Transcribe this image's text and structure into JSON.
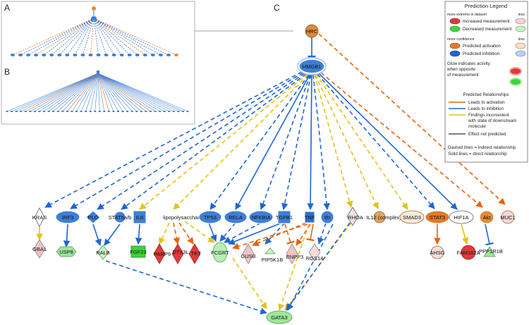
{
  "panels": {
    "a": "A",
    "b": "B",
    "c": "C"
  },
  "legend": {
    "title": "Prediction Legend",
    "more_extreme": "more extreme in dataset",
    "less": "less",
    "increased": "Increased measurement",
    "decreased": "Decreased measurement",
    "more_confidence": "more confidence",
    "less2": "less",
    "pred_activation": "Predicted activation",
    "pred_inhibition": "Predicted inhibition",
    "glow_1": "Glow indicates activity",
    "glow_2": "when opposite",
    "glow_3": "of measurement",
    "relationships_title": "Predicted Relationships",
    "rel_activation": "Leads to activation",
    "rel_inhibition": "Leads to inhibition",
    "rel_inconsistent_1": "Findings inconsistent",
    "rel_inconsistent_2": "with state of downstream",
    "rel_inconsistent_3": "molecule",
    "rel_not_predicted": "Effect not predicted",
    "dashed_note": "Dashed lines = indirect relationship",
    "solid_note": "Solid lines = direct relationship"
  },
  "colors": {
    "inhibition": "#1f66d1",
    "activation": "#e5640c",
    "inconsistent": "#e2c31b",
    "not_predicted": "#555555",
    "node_blue": "#3e7fd5",
    "node_orange": "#e08a3c",
    "node_pink": "#f2c4c4",
    "node_green": "#9de69a",
    "node_red": "#e03a3a"
  },
  "nodes": {
    "hrc": "HRC",
    "hmgb1": "HMGB1",
    "kras": "KRAS",
    "irf3": "IRF3",
    "plg": "PLG",
    "stat5ab": "STAT5a/b",
    "il6": "IL6",
    "lps": "lipopolysaccharide",
    "tp53": "TP53",
    "rela": "RELA",
    "nfkbia": "NFKBIA",
    "tgfb1": "TGFB1",
    "tnf": "TNF",
    "ifn": "Ifn",
    "rhoa": "RHOA",
    "il12": "IL12 (complex)",
    "smad3": "SMAD3",
    "stat3": "STAT3",
    "hif1a": "HIF1A",
    "akt": "Akt",
    "muc1": "MUC1",
    "gba1": "GBA1",
    "usp8": "USP8",
    "ralb": "RALB",
    "fgf23": "FGF23",
    "parp9": "PARP9",
    "dtx3l": "DTX3L",
    "tkt": "TKT",
    "fcgrt": "FCGRT",
    "gusb": "GUSB",
    "pip5k1b": "PIP5K1B",
    "enpp3": "ENPP3",
    "rgs14": "RGS14",
    "ahsg": "AHSG",
    "fam162a": "FAM162A",
    "ppp1r1b": "PPP1R1B",
    "gata3": "GATA3"
  }
}
